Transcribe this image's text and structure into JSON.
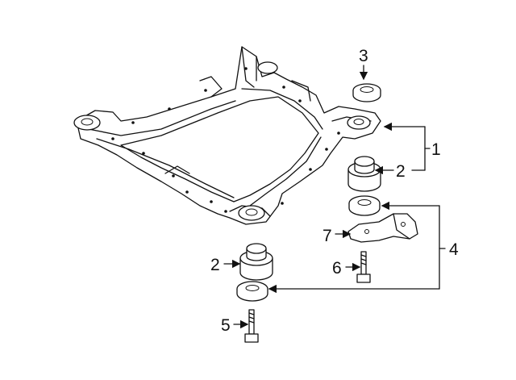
{
  "diagram": {
    "callouts": [
      {
        "id": "c1",
        "label": "1"
      },
      {
        "id": "c2a",
        "label": "2"
      },
      {
        "id": "c2b",
        "label": "2"
      },
      {
        "id": "c3",
        "label": "3"
      },
      {
        "id": "c4",
        "label": "4"
      },
      {
        "id": "c5",
        "label": "5"
      },
      {
        "id": "c6",
        "label": "6"
      },
      {
        "id": "c7",
        "label": "7"
      }
    ],
    "parts": [
      {
        "number": "1",
        "icon": "subframe-crossmember"
      },
      {
        "number": "2",
        "icon": "rubber-bushing"
      },
      {
        "number": "3",
        "icon": "upper-insulator"
      },
      {
        "number": "4",
        "icon": "bracket-group-bracket"
      },
      {
        "number": "5",
        "icon": "hex-bolt"
      },
      {
        "number": "6",
        "icon": "hex-bolt"
      },
      {
        "number": "7",
        "icon": "mounting-bracket"
      }
    ]
  }
}
